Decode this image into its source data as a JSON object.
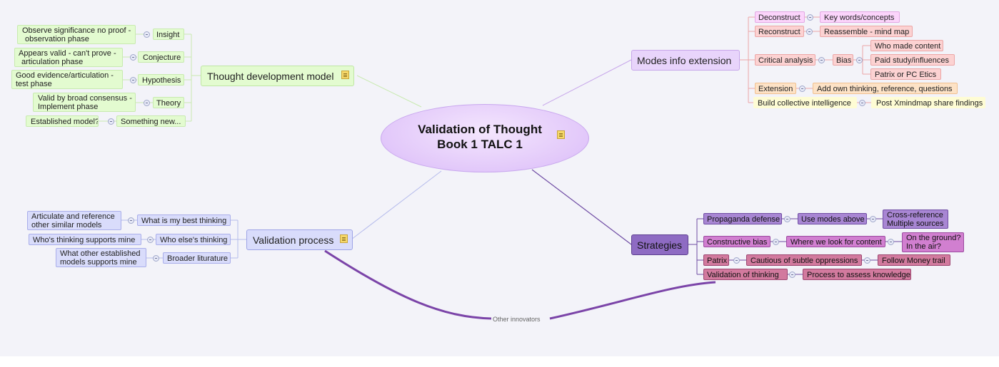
{
  "map": {
    "central": {
      "line1": "Validation of Thought",
      "line2": "Book 1 TALC 1",
      "has_note": true
    },
    "colors": {
      "background": "#f3f3f9",
      "central": "#e2c8fa",
      "relationship_line": "#7b44a8"
    },
    "thought_model": {
      "title": "Thought development model",
      "stages": [
        {
          "label": "Insight",
          "detail": [
            "Observe significance no proof -",
            "observation phase"
          ]
        },
        {
          "label": "Conjecture",
          "detail": [
            "Appears valid - can't prove -",
            "articulation phase"
          ]
        },
        {
          "label": "Hypothesis",
          "detail": [
            "Good evidence/articulation -",
            "test phase"
          ]
        },
        {
          "label": "Theory",
          "detail": [
            "Valid by broad consensus -",
            "Implement phase"
          ]
        },
        {
          "label": "Something new...",
          "detail": [
            "Established model?"
          ]
        }
      ]
    },
    "validation_process": {
      "title": "Validation process",
      "items": [
        {
          "label": "What is my best thinking",
          "detail": [
            "Articulate and reference",
            "other similar models"
          ]
        },
        {
          "label": "Who else's thinking",
          "detail": [
            "Who's thinking supports mine"
          ]
        },
        {
          "label": "Broader liturature",
          "detail": [
            "What other established",
            "models supports mine"
          ]
        }
      ]
    },
    "modes": {
      "title": "Modes info extension",
      "deconstruct": "Deconstruct",
      "key_words": "Key words/concepts",
      "reconstruct": "Reconstruct",
      "reassemble": "Reassemble - mind map",
      "critical": "Critical analysis",
      "bias": "Bias",
      "bias_items": [
        "Who made content",
        "Paid study/influences",
        "Patrix or PC Etics"
      ],
      "extension": "Extension",
      "extension_detail": "Add own thinking, reference, questions",
      "collective": "Build collective intelligence",
      "collective_detail": "Post Xmindmap share findings"
    },
    "strategies": {
      "title": "Strategies",
      "propaganda": "Propaganda defense",
      "use_modes": "Use modes above",
      "cross_ref": [
        "Cross-reference",
        "Multiple sources"
      ],
      "constructive": "Constructive bias",
      "where_look": "Where we look for content",
      "on_ground": [
        "On the ground?",
        "In the air?"
      ],
      "patrix": "Patrix",
      "cautious": "Cautious of subtle oppressions",
      "money": "Follow Money trail",
      "validation": "Validation of thinking",
      "process": "Process to assess knowledge"
    },
    "relationship_label": "Other innovators"
  }
}
